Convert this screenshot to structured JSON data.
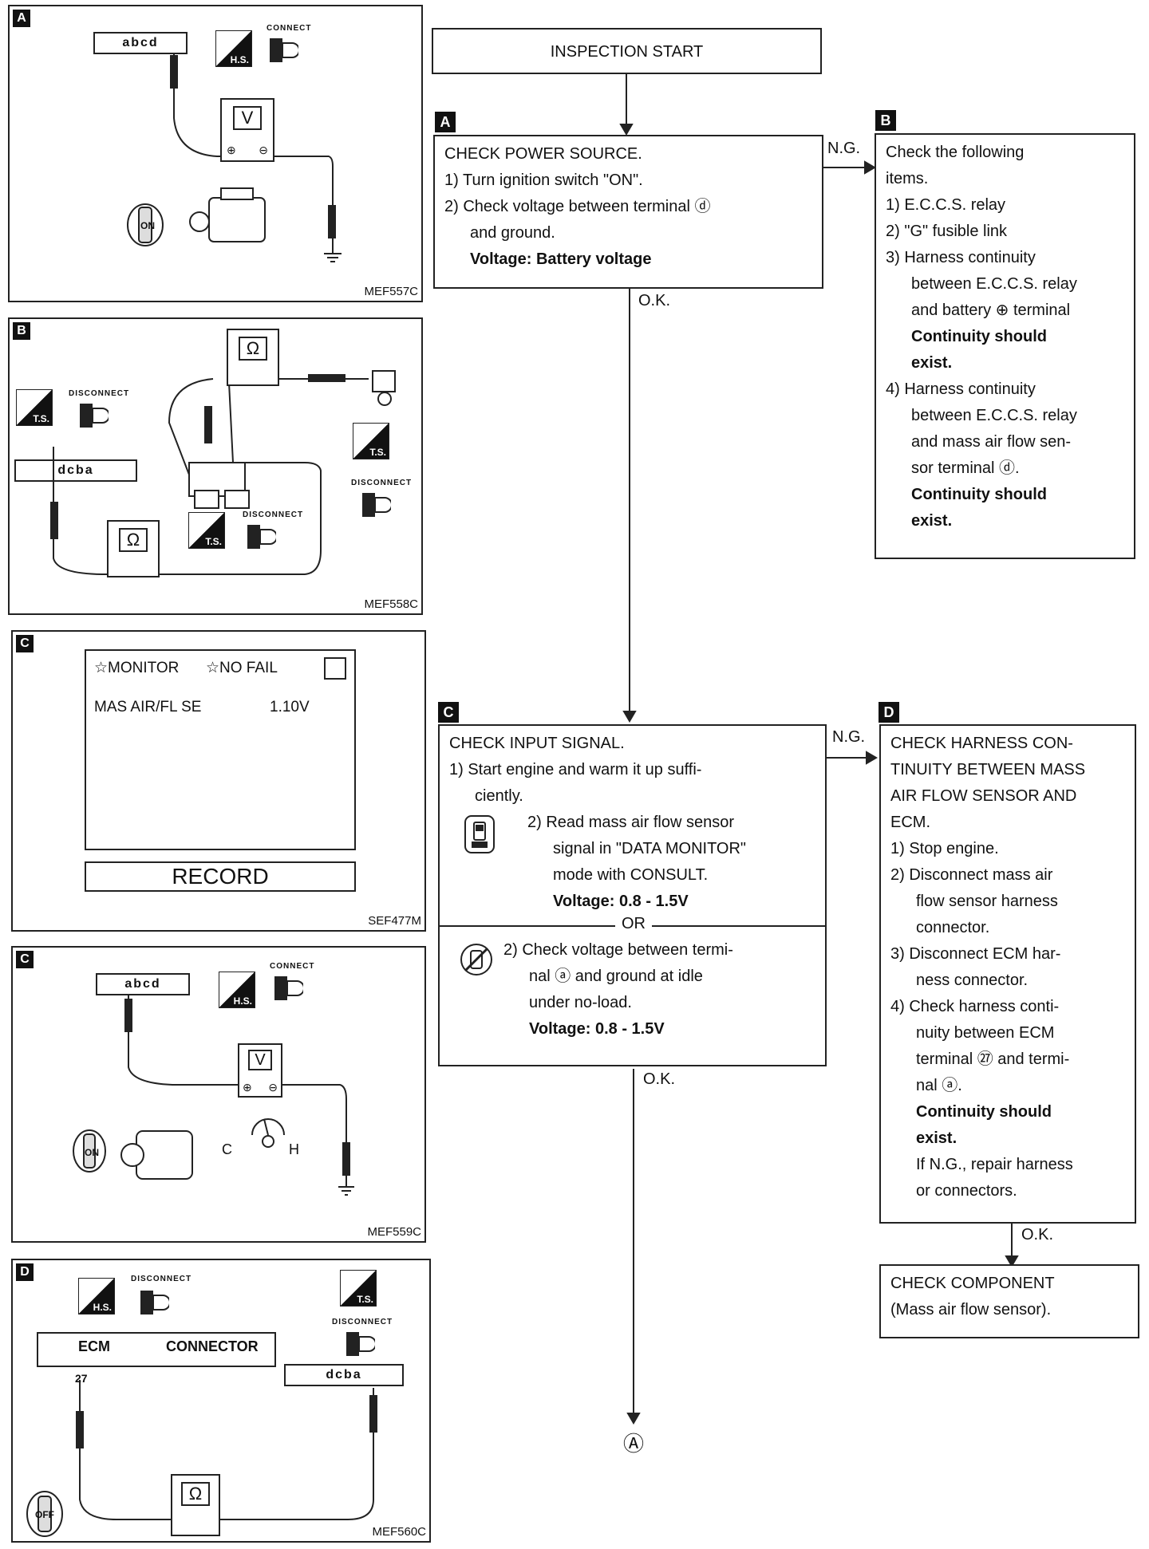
{
  "flow": {
    "start": "INSPECTION START",
    "tags": {
      "a": "A",
      "b": "B",
      "c": "C",
      "d": "D"
    },
    "ng": "N.G.",
    "ok": "O.K.",
    "or": "OR",
    "connector_a": "Ⓐ",
    "box_a": {
      "title": "CHECK POWER SOURCE.",
      "l1": "1) Turn ignition switch \"ON\".",
      "l2": "2) Check voltage between terminal ⓓ",
      "l3": "and ground.",
      "l4": "Voltage: Battery voltage"
    },
    "box_b": {
      "l1": "Check the following",
      "l2": "items.",
      "l3": "1) E.C.C.S. relay",
      "l4": "2) \"G\" fusible link",
      "l5": "3) Harness continuity",
      "l6": "between E.C.C.S. relay",
      "l7": "and battery ⊕ terminal",
      "l8": "Continuity should",
      "l9": "exist.",
      "l10": "4) Harness continuity",
      "l11": "between E.C.C.S. relay",
      "l12": "and mass air flow sen-",
      "l13": "sor terminal ⓓ.",
      "l14": "Continuity should",
      "l15": "exist."
    },
    "box_c": {
      "title": "CHECK INPUT SIGNAL.",
      "l1": "1) Start engine and warm it up suffi-",
      "l2": "ciently.",
      "l3": "2) Read mass air flow sensor",
      "l4": "signal in \"DATA MONITOR\"",
      "l5": "mode with CONSULT.",
      "l6": "Voltage: 0.8 - 1.5V",
      "l7": "2) Check voltage between termi-",
      "l8": "nal ⓐ and ground at idle",
      "l9": "under no-load.",
      "l10": "Voltage: 0.8 - 1.5V"
    },
    "box_d": {
      "l1": "CHECK HARNESS CON-",
      "l2": "TINUITY BETWEEN MASS",
      "l3": "AIR FLOW SENSOR AND",
      "l4": "ECM.",
      "l5": "1) Stop engine.",
      "l6": "2) Disconnect mass air",
      "l7": "flow sensor harness",
      "l8": "connector.",
      "l9": "3) Disconnect ECM har-",
      "l10": "ness connector.",
      "l11": "4) Check harness conti-",
      "l12": "nuity between ECM",
      "l13": "terminal ㉗ and termi-",
      "l14": "nal ⓐ.",
      "l15": "Continuity should",
      "l16": "exist.",
      "l17": "If N.G., repair harness",
      "l18": "or connectors."
    },
    "box_e": {
      "l1": "CHECK COMPONENT",
      "l2": "(Mass air flow sensor)."
    }
  },
  "panels": {
    "a": {
      "tag": "A",
      "code": "MEF557C",
      "connect": "CONNECT",
      "badge": "H.S.",
      "meter": "V",
      "terms": "abcd",
      "plus": "⊕",
      "minus": "⊖",
      "key": "ON"
    },
    "b": {
      "tag": "B",
      "code": "MEF558C",
      "disconnect": "DISCONNECT",
      "badge": "T.S.",
      "meter": "Ω",
      "terms": "dcba"
    },
    "c1": {
      "tag": "C",
      "code": "SEF477M",
      "monitor": "☆MONITOR",
      "nofail": "☆NO FAIL",
      "item": "MAS AIR/FL SE",
      "value": "1.10V",
      "record": "RECORD"
    },
    "c2": {
      "tag": "C",
      "code": "MEF559C",
      "connect": "CONNECT",
      "badge": "H.S.",
      "meter": "V",
      "terms": "abcd",
      "plus": "⊕",
      "minus": "⊖",
      "key": "ON",
      "cold": "C",
      "hot": "H"
    },
    "d": {
      "tag": "D",
      "code": "MEF560C",
      "disconnect": "DISCONNECT",
      "badge_hs": "H.S.",
      "badge_ts": "T.S.",
      "ecm": "ECM",
      "connector": "CONNECTOR",
      "pin": "27",
      "meter": "Ω",
      "terms": "dcba",
      "key": "OFF"
    }
  }
}
